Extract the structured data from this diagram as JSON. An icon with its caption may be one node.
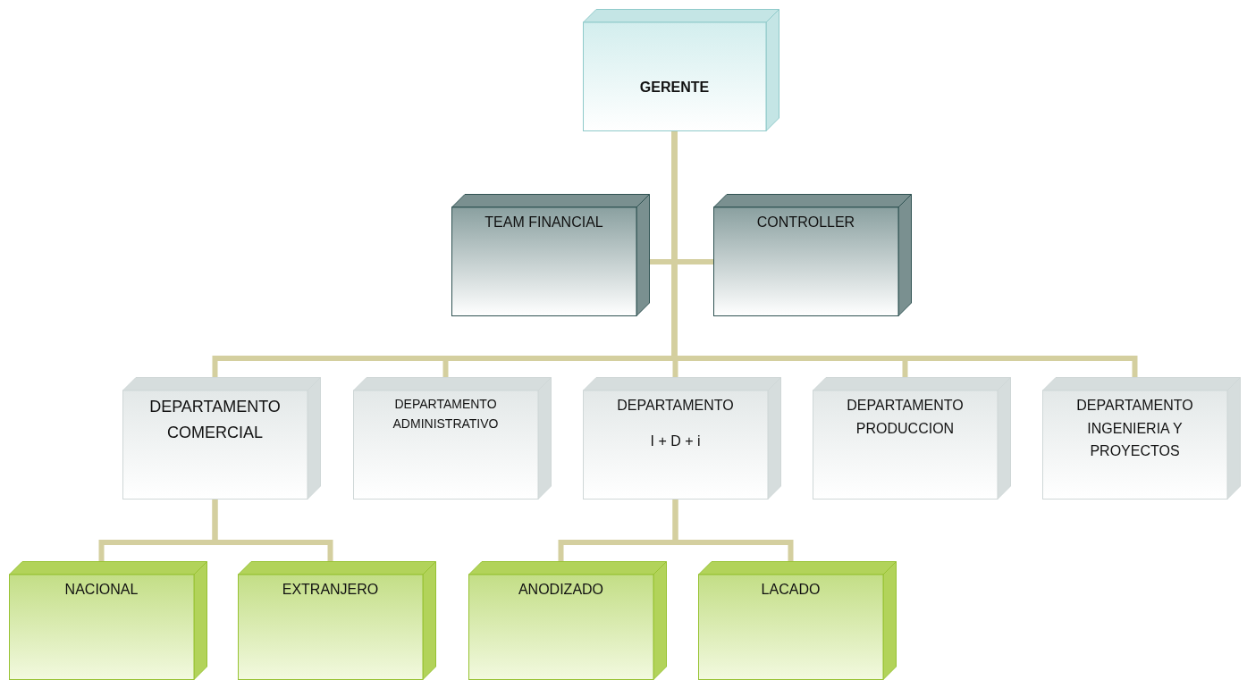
{
  "diagram": {
    "nodes": [
      {
        "text": [
          "GERENTE"
        ]
      },
      {
        "text": [
          "TEAM FINANCIAL"
        ]
      },
      {
        "text": [
          "CONTROLLER"
        ]
      },
      {
        "text": [
          "DEPARTAMENTO COMERCIAL"
        ]
      },
      {
        "text": [
          "DEPARTAMENTO ADMINISTRATIVO"
        ]
      },
      {
        "text": [
          "DEPARTAMENTO",
          "I + D + i"
        ]
      },
      {
        "text": [
          "DEPARTAMENTO PRODUCCION"
        ]
      },
      {
        "text": [
          "DEPARTAMENTO INGENIERIA Y PROYECTOS"
        ]
      },
      {
        "text": [
          "NACIONAL"
        ]
      },
      {
        "text": [
          "EXTRANJERO"
        ]
      },
      {
        "text": [
          "ANODIZADO"
        ]
      },
      {
        "text": [
          "LACADO"
        ]
      }
    ],
    "edges": [
      {
        "from": 0,
        "to": 1,
        "arrow": "none"
      },
      {
        "from": 0,
        "to": 2,
        "arrow": "none"
      },
      {
        "from": 0,
        "to": 3,
        "arrow": "none"
      },
      {
        "from": 0,
        "to": 4,
        "arrow": "none"
      },
      {
        "from": 0,
        "to": 5,
        "arrow": "none"
      },
      {
        "from": 0,
        "to": 6,
        "arrow": "none"
      },
      {
        "from": 0,
        "to": 7,
        "arrow": "none"
      },
      {
        "from": 3,
        "to": 8,
        "arrow": "none"
      },
      {
        "from": 3,
        "to": 9,
        "arrow": "none"
      },
      {
        "from": 5,
        "to": 10,
        "arrow": "none"
      },
      {
        "from": 5,
        "to": 11,
        "arrow": "none"
      }
    ]
  }
}
